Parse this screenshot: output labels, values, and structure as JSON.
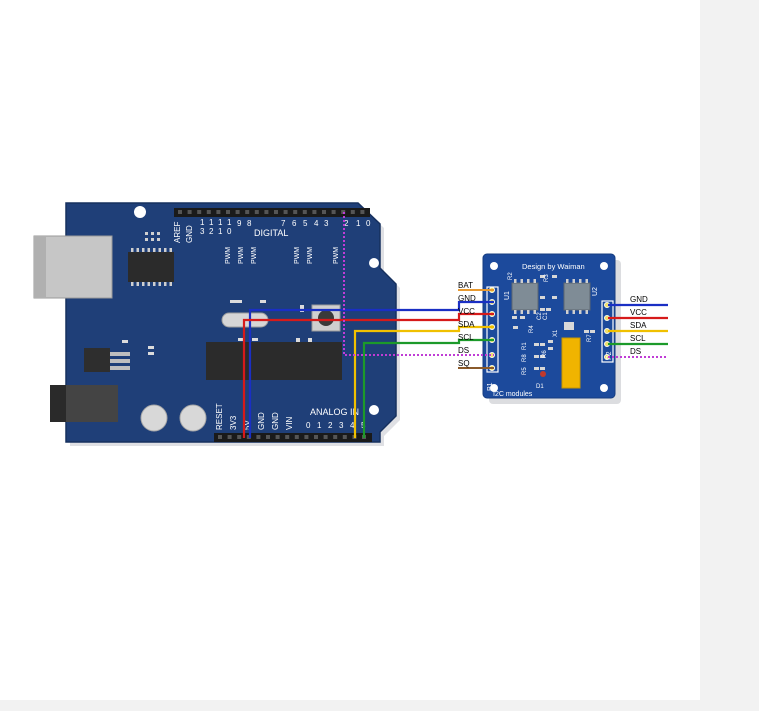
{
  "arduino": {
    "digital_title": "DIGITAL",
    "aref_label": "AREF",
    "gnd_label": "GND",
    "digital_pins": [
      "13",
      "12",
      "11",
      "10",
      "9",
      "8",
      "7",
      "6",
      "5",
      "4",
      "3",
      "2",
      "1",
      "0"
    ],
    "pwm_label": "PWM",
    "power_pins": [
      "RESET",
      "3V3",
      "5V",
      "GND",
      "GND",
      "VIN"
    ],
    "analog_title": "ANALOG IN",
    "analog_pins": [
      "0",
      "1",
      "2",
      "3",
      "4",
      "5"
    ]
  },
  "module": {
    "title": "Design by Waiman",
    "subtitle": "I2C modules",
    "chips": [
      "U1",
      "U2",
      "X1"
    ],
    "headers": [
      "P1",
      "P2"
    ],
    "parts": [
      "R1",
      "R2",
      "R3",
      "R4",
      "R5",
      "R6",
      "R7",
      "R8",
      "C1",
      "C2",
      "D1"
    ]
  },
  "left_pins": [
    "BAT",
    "GND",
    "VCC",
    "SDA",
    "SCL",
    "DS",
    "SQ"
  ],
  "right_pins": [
    "GND",
    "VCC",
    "SDA",
    "SCL",
    "DS"
  ],
  "colors": {
    "board_blue": "#1f3f78",
    "module_blue": "#1c4a9c",
    "gnd_wire": "#1a2fc4",
    "vcc_wire": "#d61a1a",
    "sda_wire": "#f0c000",
    "scl_wire": "#1c9a2a",
    "ds_wire": "#c03cd6",
    "bat_wire": "#e89a30",
    "sq_wire": "#8a5a2b"
  }
}
